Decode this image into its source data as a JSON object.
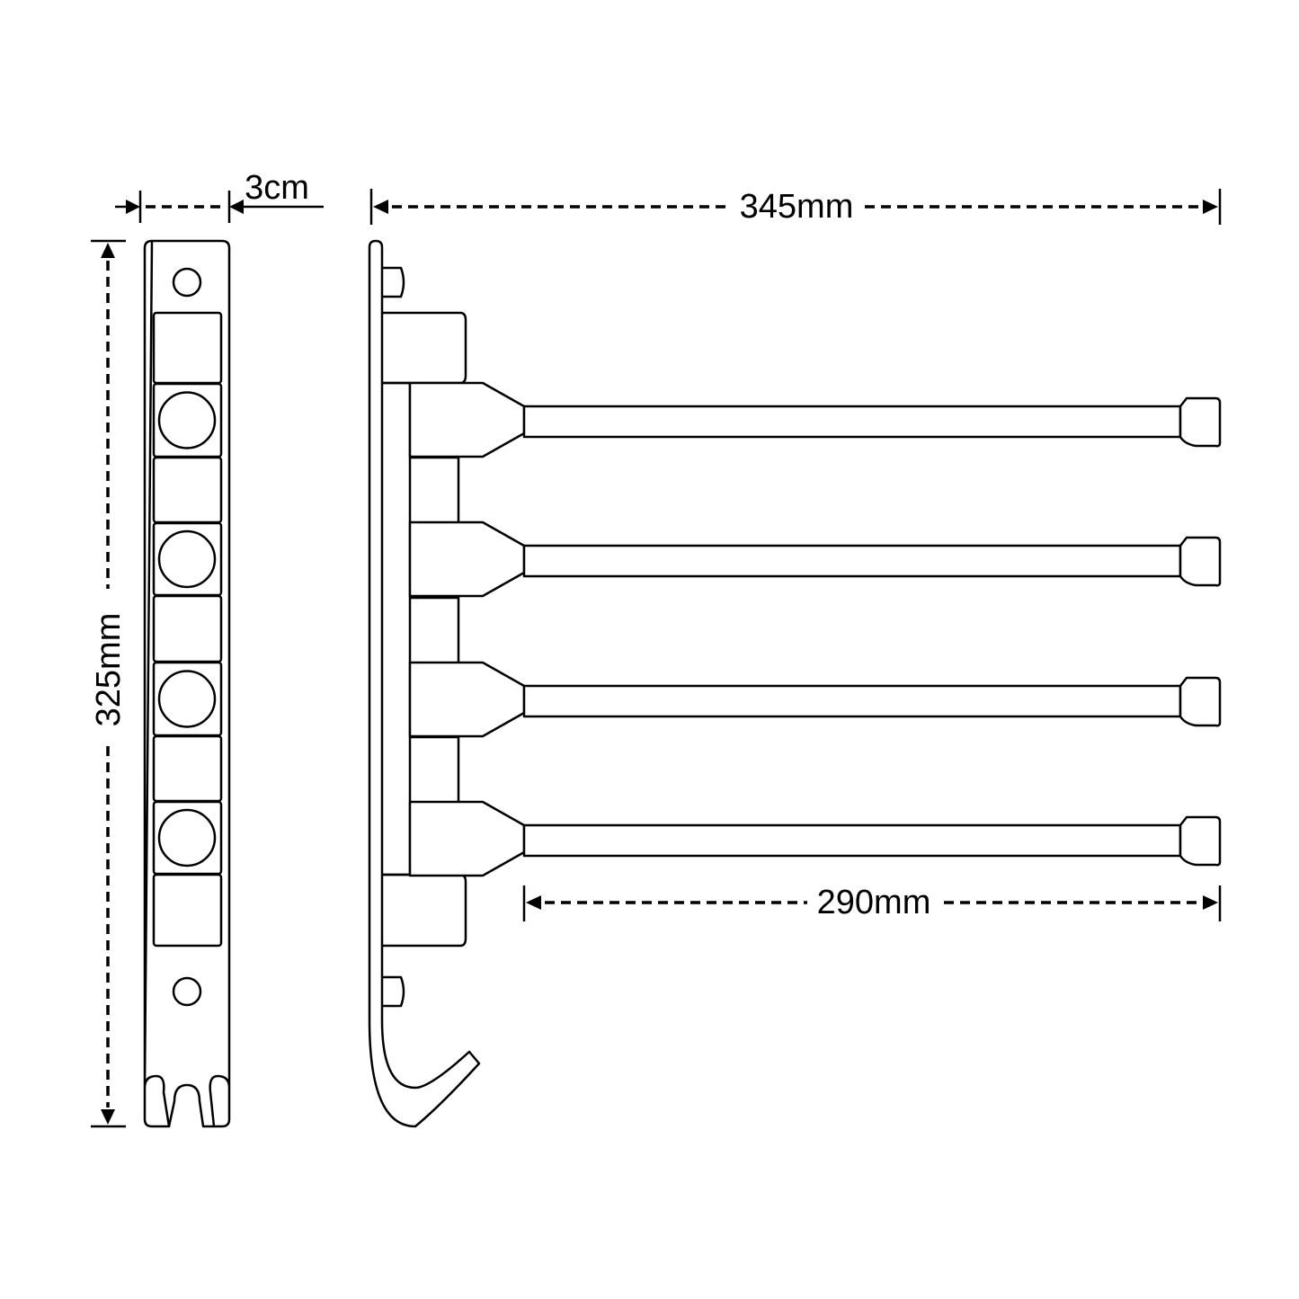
{
  "dimensions": {
    "width_label": "3cm",
    "height_label": "325mm",
    "total_length_label": "345mm",
    "arm_length_label": "290mm"
  },
  "arm_count": 4
}
